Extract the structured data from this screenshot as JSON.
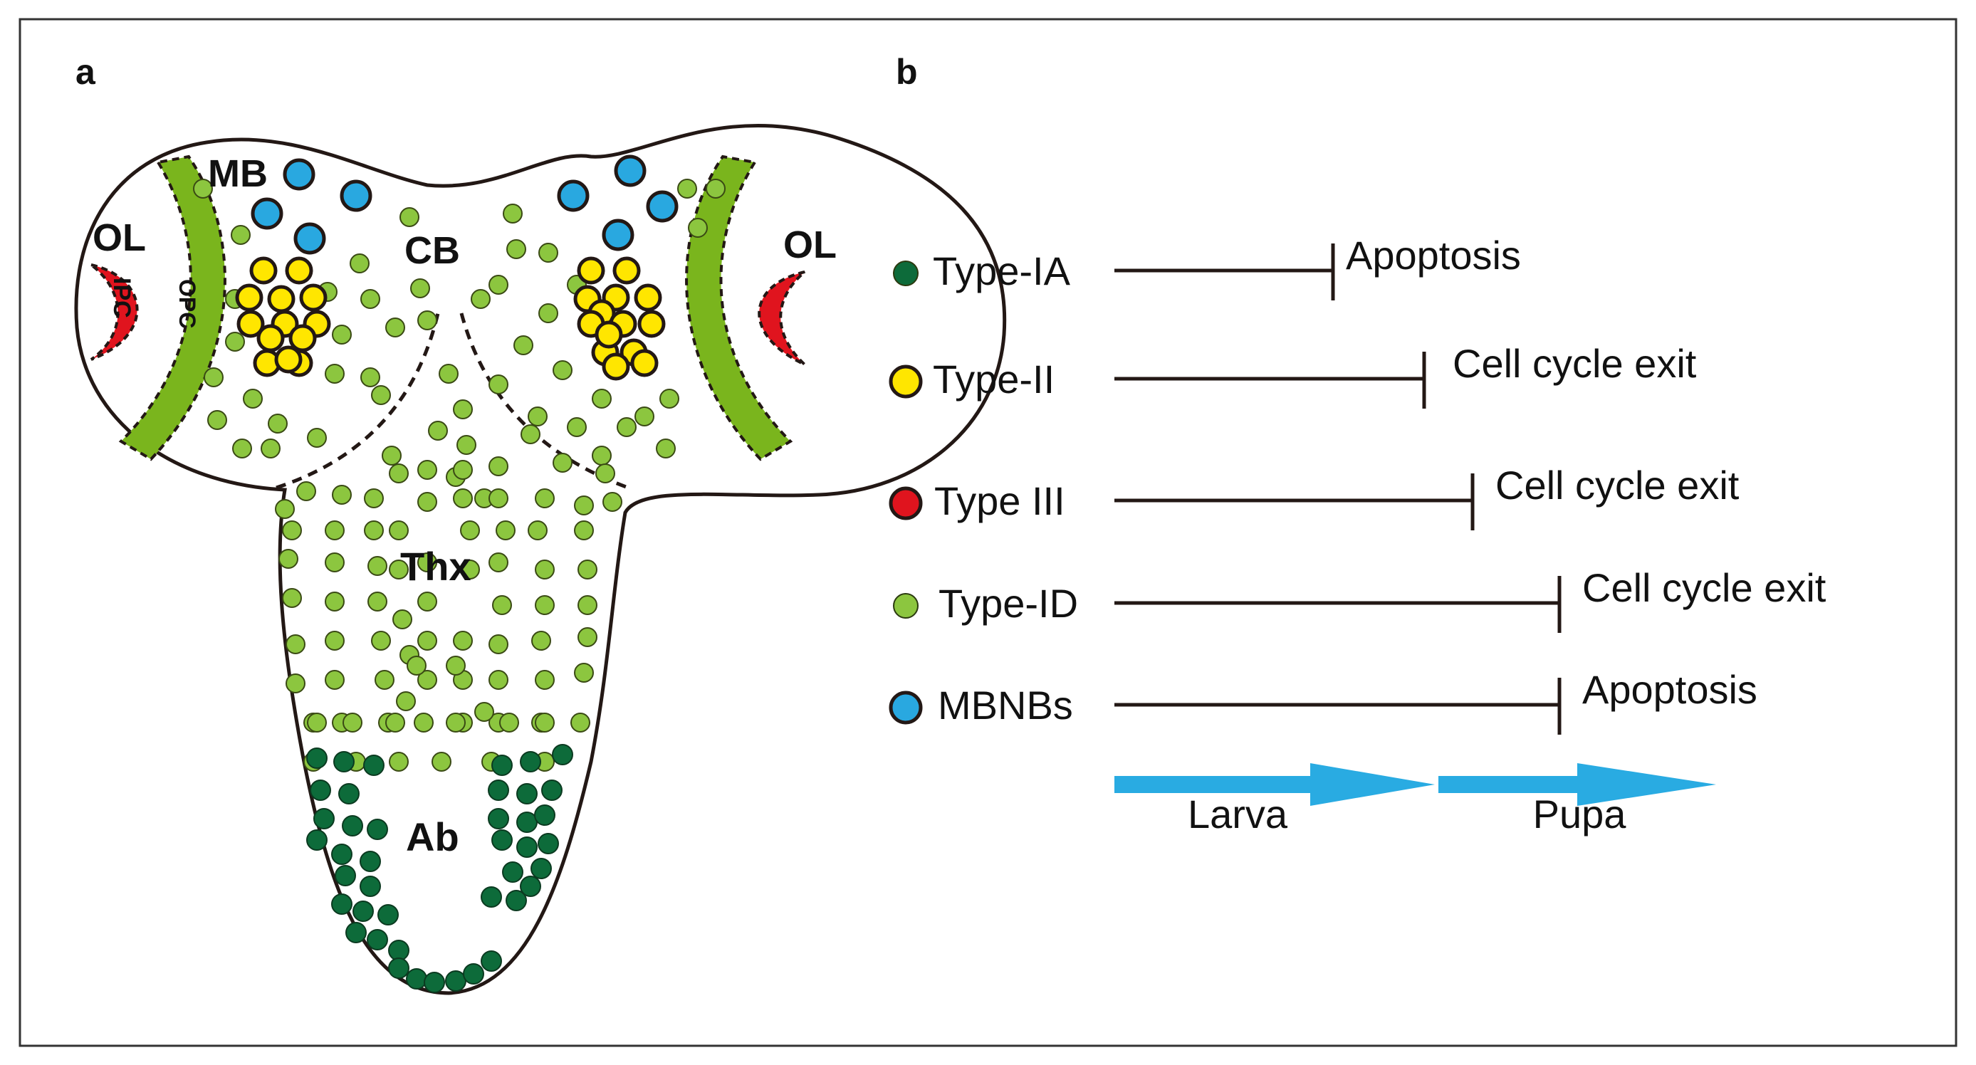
{
  "panels": {
    "a": {
      "label": "a",
      "regions": {
        "mb": "MB",
        "cb": "CB",
        "ol_left": "OL",
        "ol_right": "OL",
        "ipc": "IPC",
        "opc": "OPC",
        "thx": "Thx",
        "ab": "Ab"
      }
    },
    "b": {
      "label": "b",
      "rows": [
        {
          "type": "Type-IA",
          "fate": "Apoptosis",
          "color": "#0d6b3a",
          "marker": "small-dot"
        },
        {
          "type": "Type-II",
          "fate": "Cell cycle exit",
          "color": "#ffe600",
          "marker": "outlined-circle"
        },
        {
          "type": "Type III",
          "fate": "Cell cycle exit",
          "color": "#e0141e",
          "marker": "outlined-circle"
        },
        {
          "type": "Type-ID",
          "fate": "Cell cycle exit",
          "color": "#8cc63f",
          "marker": "small-dot"
        },
        {
          "type": "MBNBs",
          "fate": "Apoptosis",
          "color": "#29a8e0",
          "marker": "outlined-circle"
        }
      ],
      "stages": {
        "larva": "Larva",
        "pupa": "Pupa",
        "arrow_color": "#29abe2"
      }
    }
  },
  "colors": {
    "type_id_green": "#8cc63f",
    "type_ia_darkgreen": "#0d6b3a",
    "type_ii_yellow": "#ffe600",
    "type_iii_red": "#e0141e",
    "mbnb_blue": "#29a8e0",
    "opc_band_green": "#7ab51d",
    "outline": "#231815"
  }
}
